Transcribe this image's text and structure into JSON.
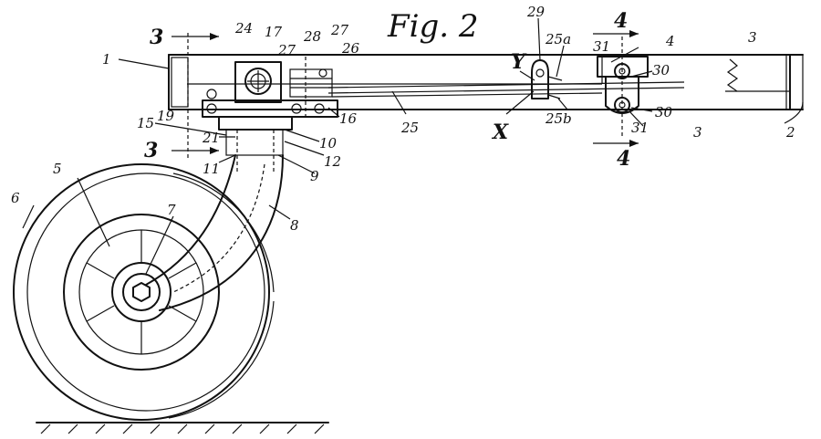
{
  "figure": {
    "title": "Fig. 2"
  },
  "section_labels": {
    "left_top": "3",
    "left_bottom": "3",
    "right_top": "4",
    "right_bottom": "4"
  },
  "refs": {
    "r1": "1",
    "r2": "2",
    "r3a": "3",
    "r3b": "3",
    "r4": "4",
    "r5": "5",
    "r6": "6",
    "r7": "7",
    "r8": "8",
    "r9": "9",
    "r10": "10",
    "r11": "11",
    "r12": "12",
    "r15": "15",
    "r16": "16",
    "r17": "17",
    "r19": "19",
    "r21": "21",
    "r24": "24",
    "r25": "25",
    "r25a": "25a",
    "r25b": "25b",
    "r26": "26",
    "r27a": "27",
    "r27b": "27",
    "r28": "28",
    "r29": "29",
    "r30a": "30",
    "r30b": "30",
    "r31a": "31",
    "r31b": "31",
    "rX": "X",
    "rY": "Y"
  }
}
